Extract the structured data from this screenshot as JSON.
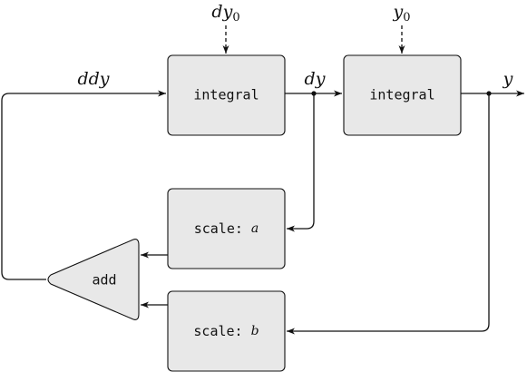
{
  "blocks": {
    "integral_1": "integral",
    "integral_2": "integral",
    "scale_a": {
      "prefix": "scale: ",
      "param": "a"
    },
    "scale_b": {
      "prefix": "scale: ",
      "param": "b"
    },
    "add": "add"
  },
  "signals": {
    "dy0": {
      "base": "dy",
      "sub": "0"
    },
    "y0": {
      "base": "y",
      "sub": "0"
    },
    "ddy": "ddy",
    "dy": "dy",
    "y": "y"
  }
}
